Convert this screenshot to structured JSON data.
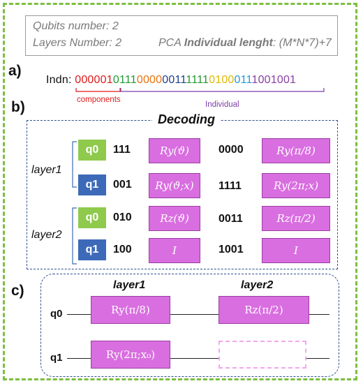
{
  "info": {
    "qubits": "Qubits number: 2",
    "layers": "Layers Number: 2",
    "pca_prefix": "PCA",
    "pca_bold": "Individual lenght",
    "pca_suffix": ": (M*N*7)+7"
  },
  "labels": {
    "a": "a)",
    "b": "b)",
    "c": "c)"
  },
  "individual": {
    "prefix": "Indn: ",
    "components_bits": "000001",
    "segments": [
      {
        "bits": "0",
        "color": "#1f9a2e"
      },
      {
        "bits": "111",
        "color": "#1f9a2e"
      },
      {
        "bits": "0000",
        "color": "#e8730c"
      },
      {
        "bits": "0011",
        "color": "#1e3f8f"
      },
      {
        "bits": "1111",
        "color": "#1f9a2e"
      },
      {
        "bits": "0100",
        "color": "#e0b800"
      },
      {
        "bits": "011",
        "color": "#1e9ad8"
      },
      {
        "bits": "1001001",
        "color": "#8a3fa6"
      }
    ],
    "components_label": "components",
    "individual_label": "Individual",
    "components_color": "#e01a1a",
    "individual_color": "#7a3fa6"
  },
  "decoding": {
    "title": "Decoding",
    "layer_labels": [
      "layer1",
      "layer2"
    ],
    "rows": [
      {
        "qubit": "q0",
        "code1": "111",
        "gate1": "Ry(ϑ)",
        "code2": "0000",
        "gate2": "Ry(π/8)"
      },
      {
        "qubit": "q1",
        "code1": "001",
        "gate1": "Ry(ϑ;x)",
        "code2": "1111",
        "gate2": "Ry(2π;x)"
      },
      {
        "qubit": "q0",
        "code1": "010",
        "gate1": "Rz(ϑ)",
        "code2": "0011",
        "gate2": "Rz(π/2)"
      },
      {
        "qubit": "q1",
        "code1": "100",
        "gate1": "I",
        "code2": "1001",
        "gate2": "I"
      }
    ]
  },
  "circuit": {
    "layer1": "layer1",
    "layer2": "layer2",
    "q0": "q0",
    "q1": "q1",
    "q0_gate1": "Ry(π/8)",
    "q0_gate2": "Rz(π/2)",
    "q1_gate1": "Ry(2π;x₀)"
  }
}
